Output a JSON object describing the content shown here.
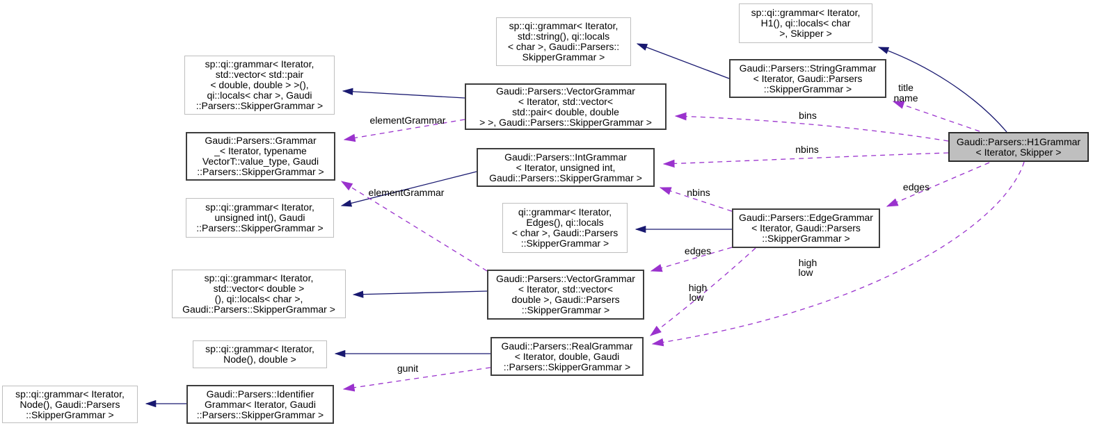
{
  "diagram": {
    "type": "class-collaboration-graph",
    "target_class": "Gaudi::Parsers::H1Grammar< Iterator, Skipper >",
    "colors": {
      "inheritance_edge": "#191970",
      "usage_edge": "#9a32cd",
      "internal_node_border": "#3d3d3d",
      "external_node_border": "#bebebe",
      "target_node_fill": "#bfbfbf",
      "node_fill": "#ffffff",
      "text": "#000000",
      "background": "#ffffff"
    },
    "nodes": {
      "qi_string_skipper": {
        "lines": [
          "sp::qi::grammar< Iterator,",
          "std::string(), qi::locals",
          "< char >, Gaudi::Parsers::",
          "SkipperGrammar >"
        ]
      },
      "qi_h1_skipper": {
        "lines": [
          "sp::qi::grammar< Iterator,",
          "H1(), qi::locals< char",
          ">, Skipper >"
        ]
      },
      "string_grammar": {
        "lines": [
          "Gaudi::Parsers::StringGrammar",
          "< Iterator, Gaudi::Parsers",
          "::SkipperGrammar >"
        ]
      },
      "h1_grammar": {
        "lines": [
          "Gaudi::Parsers::H1Grammar",
          "< Iterator, Skipper >"
        ]
      },
      "qi_vector_pair": {
        "lines": [
          "sp::qi::grammar< Iterator,",
          "std::vector< std::pair",
          "< double, double > >(),",
          "qi::locals< char >, Gaudi",
          "::Parsers::SkipperGrammar >"
        ]
      },
      "vector_grammar_pair": {
        "lines": [
          "Gaudi::Parsers::VectorGrammar",
          "< Iterator, std::vector<",
          "std::pair< double, double",
          "> >, Gaudi::Parsers::SkipperGrammar >"
        ]
      },
      "grammar_underscore": {
        "lines": [
          "Gaudi::Parsers::Grammar",
          "_< Iterator, typename",
          "VectorT::value_type, Gaudi",
          "::Parsers::SkipperGrammar >"
        ]
      },
      "int_grammar": {
        "lines": [
          "Gaudi::Parsers::IntGrammar",
          "< Iterator, unsigned int,",
          "Gaudi::Parsers::SkipperGrammar >"
        ]
      },
      "qi_unsigned_int": {
        "lines": [
          "sp::qi::grammar< Iterator,",
          "unsigned int(), Gaudi",
          "::Parsers::SkipperGrammar >"
        ]
      },
      "qi_edges": {
        "lines": [
          "qi::grammar< Iterator,",
          "Edges(), qi::locals",
          "< char >, Gaudi::Parsers",
          "::SkipperGrammar >"
        ]
      },
      "edge_grammar": {
        "lines": [
          "Gaudi::Parsers::EdgeGrammar",
          "< Iterator, Gaudi::Parsers",
          "::SkipperGrammar >"
        ]
      },
      "qi_vector_double": {
        "lines": [
          "sp::qi::grammar< Iterator,",
          "std::vector< double >",
          "(), qi::locals< char >,",
          "Gaudi::Parsers::SkipperGrammar >"
        ]
      },
      "vector_grammar_double": {
        "lines": [
          "Gaudi::Parsers::VectorGrammar",
          "< Iterator, std::vector<",
          "double >, Gaudi::Parsers",
          "::SkipperGrammar >"
        ]
      },
      "real_grammar": {
        "lines": [
          "Gaudi::Parsers::RealGrammar",
          "< Iterator, double, Gaudi",
          "::Parsers::SkipperGrammar >"
        ]
      },
      "qi_node_double": {
        "lines": [
          "sp::qi::grammar< Iterator,",
          "Node(), double >"
        ]
      },
      "identifier_grammar": {
        "lines": [
          "Gaudi::Parsers::Identifier",
          "Grammar< Iterator, Gaudi",
          "::Parsers::SkipperGrammar >"
        ]
      },
      "qi_node_skipper": {
        "lines": [
          "sp::qi::grammar< Iterator,",
          "Node(), Gaudi::Parsers",
          "::SkipperGrammar >"
        ]
      }
    },
    "edge_labels": {
      "title_name_1": "title",
      "title_name_2": "name",
      "bins": "bins",
      "nbins_from_h1": "nbins",
      "edges_from_h1": "edges",
      "high_from_h1": "high",
      "low_from_h1": "low",
      "nbins_from_edge": "nbins",
      "edges_from_edge": "edges",
      "high_from_edge": "high",
      "low_from_edge": "low",
      "gunit": "gunit",
      "element_grammar_pair": "elementGrammar",
      "element_grammar_double": "elementGrammar"
    }
  }
}
